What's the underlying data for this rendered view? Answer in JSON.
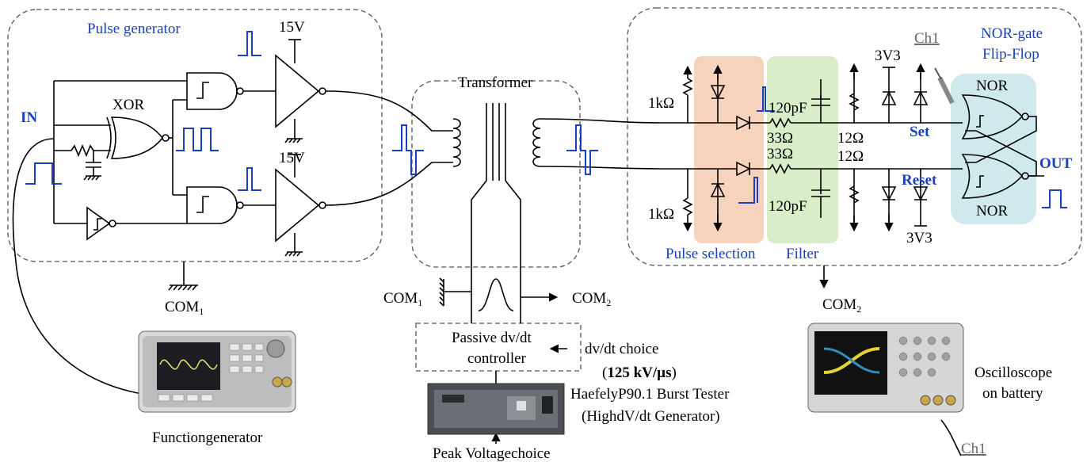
{
  "colors": {
    "wire": "#000000",
    "blue": "#1a3fbf",
    "pulse_sel_bg": "#f7d2bd",
    "filter_bg": "#d9eec8",
    "flipflop_bg": "#cfe9ec",
    "frame": "#555555"
  },
  "labels": {
    "pulse_generator": "Pulse generator",
    "v15_top": "15V",
    "v15_bottom": "15V",
    "xor": "XOR",
    "in": "IN",
    "com1_a": "COM",
    "com1_a_sub": "1",
    "transformer": "Transformer",
    "com1_b": "COM",
    "com1_b_sub": "1",
    "com2_a": "COM",
    "com2_a_sub": "2",
    "com2_b": "COM",
    "com2_b_sub": "2",
    "passive_line1": "Passive dv/dt",
    "passive_line2": "controller",
    "dvdt_choice": "dv/dt choice",
    "dvdt_value": "125 kV/µs",
    "haefely_line1": "HaefelyP90.1 Burst Tester",
    "haefely_line2": "(HighdV/dt Generator)",
    "peak_voltage": "Peak Voltagechoice",
    "function_generator": "Functiongenerator",
    "oscilloscope_line1": "Oscilloscope",
    "oscilloscope_line2": "on battery",
    "ch1_probe": "Ch1",
    "ch1_scope": "Ch1",
    "r_1k_top": "1kΩ",
    "r_1k_bottom": "1kΩ",
    "c_top": "120pF",
    "c_bottom": "120pF",
    "r33_top": "33Ω",
    "r33_bottom": "33Ω",
    "r12_top": "12Ω",
    "r12_bottom": "12Ω",
    "v3v3_top": "3V3",
    "v3v3_bottom": "3V3",
    "set": "Set",
    "reset": "Reset",
    "out": "OUT",
    "nor_top": "NOR",
    "nor_bottom": "NOR",
    "nor_flipflop_line1": "NOR-gate",
    "nor_flipflop_line2": "Flip-Flop",
    "pulse_selection": "Pulse selection",
    "filter": "Filter"
  }
}
